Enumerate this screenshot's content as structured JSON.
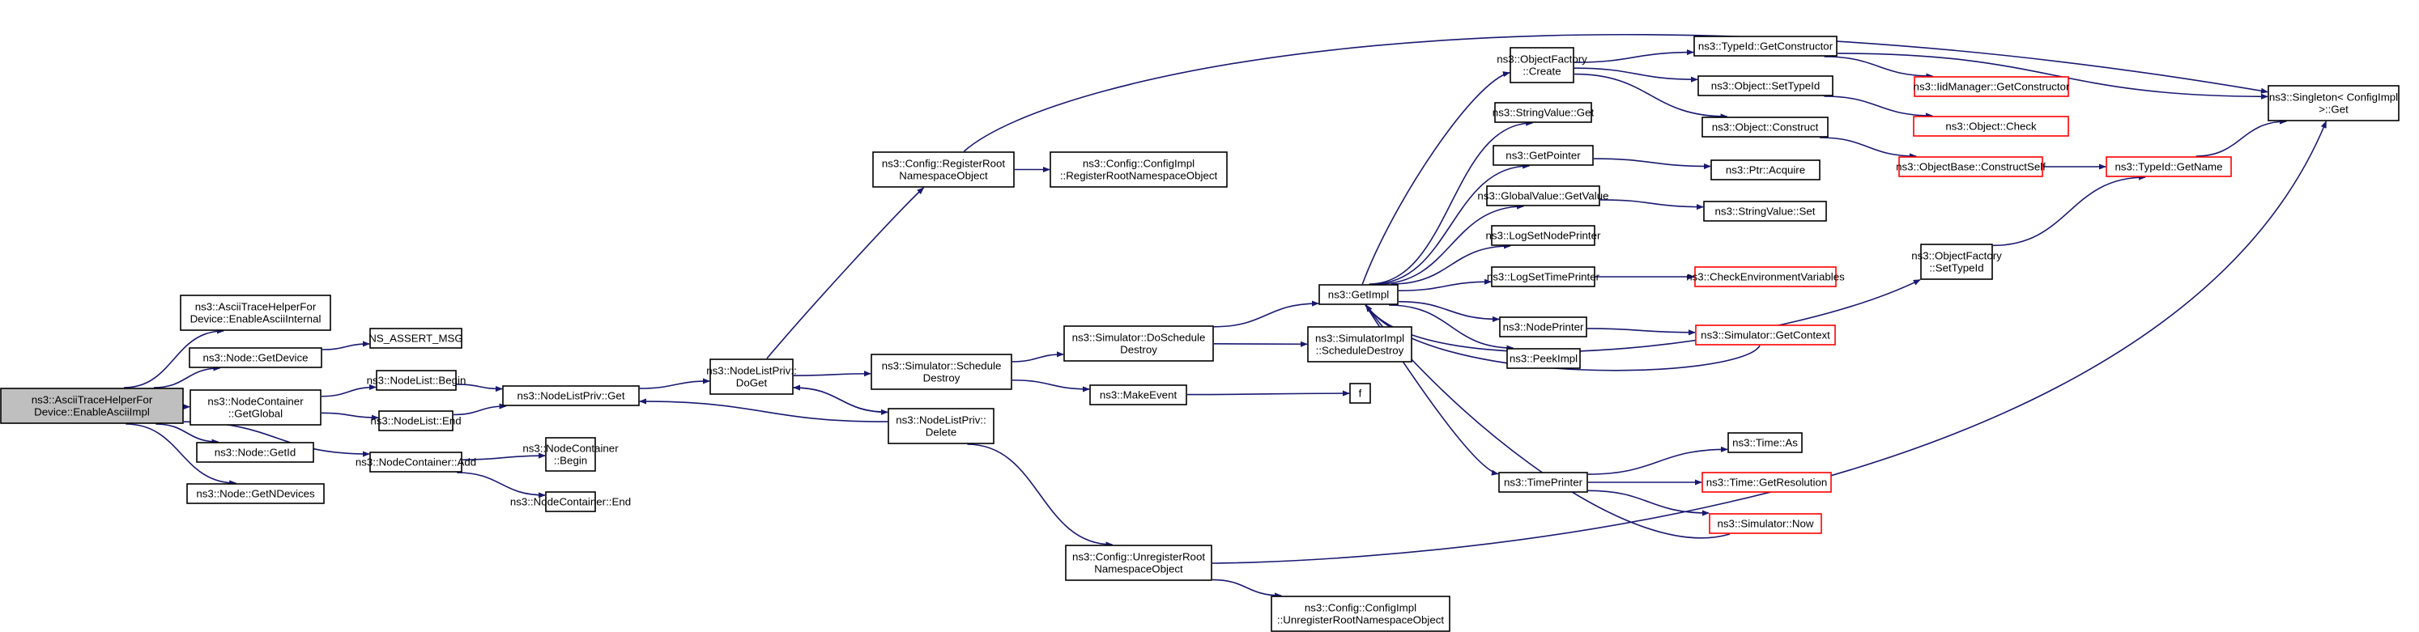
{
  "graph": {
    "colors": {
      "edge": "#191970",
      "border": "#000000",
      "truncated_border": "#ff0000",
      "root_fill": "#bfbfbf",
      "node_fill": "#ffffff"
    },
    "nodes": [
      {
        "id": "root",
        "lines": [
          "ns3::AsciiTraceHelperFor",
          "Device::EnableAsciiImpl"
        ],
        "root": true
      },
      {
        "id": "enableInternal",
        "lines": [
          "ns3::AsciiTraceHelperFor",
          "Device::EnableAsciiInternal"
        ]
      },
      {
        "id": "nodeGetDevice",
        "lines": [
          "ns3::Node::GetDevice"
        ]
      },
      {
        "id": "nsAssert",
        "lines": [
          "NS_ASSERT_MSG"
        ]
      },
      {
        "id": "ncGetGlobal",
        "lines": [
          "ns3::NodeContainer",
          "::GetGlobal"
        ]
      },
      {
        "id": "nodeGetId",
        "lines": [
          "ns3::Node::GetId"
        ]
      },
      {
        "id": "nodeGetNDevices",
        "lines": [
          "ns3::Node::GetNDevices"
        ]
      },
      {
        "id": "nlBegin",
        "lines": [
          "ns3::NodeList::Begin"
        ]
      },
      {
        "id": "nlEnd",
        "lines": [
          "ns3::NodeList::End"
        ]
      },
      {
        "id": "ncAdd",
        "lines": [
          "ns3::NodeContainer::Add"
        ]
      },
      {
        "id": "nlpGet",
        "lines": [
          "ns3::NodeListPriv::Get"
        ]
      },
      {
        "id": "ncBegin",
        "lines": [
          "ns3::NodeContainer",
          "::Begin"
        ]
      },
      {
        "id": "ncEnd",
        "lines": [
          "ns3::NodeContainer::End"
        ]
      },
      {
        "id": "nlpDoGet",
        "lines": [
          "ns3::NodeListPriv::",
          "DoGet"
        ]
      },
      {
        "id": "cfgRegRoot",
        "lines": [
          "ns3::Config::RegisterRoot",
          "NamespaceObject"
        ]
      },
      {
        "id": "cfgImplReg",
        "lines": [
          "ns3::Config::ConfigImpl",
          "::RegisterRootNamespaceObject"
        ]
      },
      {
        "id": "simSchedDestroy",
        "lines": [
          "ns3::Simulator::Schedule",
          "Destroy"
        ]
      },
      {
        "id": "nlpDelete",
        "lines": [
          "ns3::NodeListPriv::",
          "Delete"
        ]
      },
      {
        "id": "cfgUnregRoot",
        "lines": [
          "ns3::Config::UnregisterRoot",
          "NamespaceObject"
        ]
      },
      {
        "id": "cfgImplUnreg",
        "lines": [
          "ns3::Config::ConfigImpl",
          "::UnregisterRootNamespaceObject"
        ]
      },
      {
        "id": "simDoSchedDestroy",
        "lines": [
          "ns3::Simulator::DoSchedule",
          "Destroy"
        ]
      },
      {
        "id": "makeEvent",
        "lines": [
          "ns3::MakeEvent"
        ]
      },
      {
        "id": "simImplSchedDestroy",
        "lines": [
          "ns3::SimulatorImpl",
          "::ScheduleDestroy"
        ]
      },
      {
        "id": "fNode",
        "lines": [
          "f"
        ]
      },
      {
        "id": "getImpl",
        "lines": [
          "ns3::GetImpl"
        ]
      },
      {
        "id": "ofCreate",
        "lines": [
          "ns3::ObjectFactory",
          "::Create"
        ]
      },
      {
        "id": "svGet",
        "lines": [
          "ns3::StringValue::Get"
        ]
      },
      {
        "id": "getPointer",
        "lines": [
          "ns3::GetPointer"
        ]
      },
      {
        "id": "gvGetValue",
        "lines": [
          "ns3::GlobalValue::GetValue"
        ]
      },
      {
        "id": "logSetNodePrinter",
        "lines": [
          "ns3::LogSetNodePrinter"
        ]
      },
      {
        "id": "logSetTimePrinter",
        "lines": [
          "ns3::LogSetTimePrinter"
        ]
      },
      {
        "id": "nodePrinter",
        "lines": [
          "ns3::NodePrinter"
        ]
      },
      {
        "id": "peekImpl",
        "lines": [
          "ns3::PeekImpl"
        ]
      },
      {
        "id": "timePrinter",
        "lines": [
          "ns3::TimePrinter"
        ]
      },
      {
        "id": "tidGetConstructor",
        "lines": [
          "ns3::TypeId::GetConstructor"
        ]
      },
      {
        "id": "objSetTypeId",
        "lines": [
          "ns3::Object::SetTypeId"
        ]
      },
      {
        "id": "objConstruct",
        "lines": [
          "ns3::Object::Construct"
        ]
      },
      {
        "id": "ptrAcquire",
        "lines": [
          "ns3::Ptr::Acquire"
        ]
      },
      {
        "id": "svSet",
        "lines": [
          "ns3::StringValue::Set"
        ]
      },
      {
        "id": "checkEnvVars",
        "lines": [
          "ns3::CheckEnvironmentVariables"
        ],
        "truncated": true
      },
      {
        "id": "simGetContext",
        "lines": [
          "ns3::Simulator::GetContext"
        ],
        "truncated": true
      },
      {
        "id": "timeAs",
        "lines": [
          "ns3::Time::As"
        ]
      },
      {
        "id": "timeGetResolution",
        "lines": [
          "ns3::Time::GetResolution"
        ],
        "truncated": true
      },
      {
        "id": "simNow",
        "lines": [
          "ns3::Simulator::Now"
        ],
        "truncated": true
      },
      {
        "id": "iidGetConstructor",
        "lines": [
          "ns3::IidManager::GetConstructor"
        ],
        "truncated": true
      },
      {
        "id": "objCheck",
        "lines": [
          "ns3::Object::Check"
        ],
        "truncated": true
      },
      {
        "id": "obConstructSelf",
        "lines": [
          "ns3::ObjectBase::ConstructSelf"
        ],
        "truncated": true
      },
      {
        "id": "tidGetName",
        "lines": [
          "ns3::TypeId::GetName"
        ],
        "truncated": true
      },
      {
        "id": "ofSetTypeId",
        "lines": [
          "ns3::ObjectFactory",
          "::SetTypeId"
        ]
      },
      {
        "id": "singletonGet",
        "lines": [
          "ns3::Singleton< ConfigImpl",
          " >::Get"
        ]
      }
    ],
    "edges": [
      [
        "root",
        "enableInternal"
      ],
      [
        "root",
        "nodeGetDevice"
      ],
      [
        "root",
        "ncGetGlobal"
      ],
      [
        "root",
        "nodeGetId"
      ],
      [
        "root",
        "nodeGetNDevices"
      ],
      [
        "root",
        "ncAdd"
      ],
      [
        "nodeGetDevice",
        "nsAssert"
      ],
      [
        "ncGetGlobal",
        "nlBegin"
      ],
      [
        "ncGetGlobal",
        "nlEnd"
      ],
      [
        "nlBegin",
        "nlpGet"
      ],
      [
        "nlEnd",
        "nlpGet"
      ],
      [
        "ncAdd",
        "ncBegin"
      ],
      [
        "ncAdd",
        "ncEnd"
      ],
      [
        "nlpGet",
        "nlpDoGet"
      ],
      [
        "nlpDelete",
        "nlpGet"
      ],
      [
        "nlpDoGet",
        "cfgRegRoot"
      ],
      [
        "nlpDoGet",
        "simSchedDestroy"
      ],
      [
        "nlpDoGet",
        "nlpDelete"
      ],
      [
        "nlpDelete",
        "nlpDoGet"
      ],
      [
        "nlpDelete",
        "cfgUnregRoot"
      ],
      [
        "cfgRegRoot",
        "cfgImplReg"
      ],
      [
        "cfgRegRoot",
        "singletonGet"
      ],
      [
        "simSchedDestroy",
        "simDoSchedDestroy"
      ],
      [
        "simSchedDestroy",
        "makeEvent"
      ],
      [
        "simDoSchedDestroy",
        "getImpl"
      ],
      [
        "simDoSchedDestroy",
        "simImplSchedDestroy"
      ],
      [
        "makeEvent",
        "fNode"
      ],
      [
        "cfgUnregRoot",
        "cfgImplUnreg"
      ],
      [
        "cfgUnregRoot",
        "singletonGet"
      ],
      [
        "getImpl",
        "ofCreate"
      ],
      [
        "getImpl",
        "svGet"
      ],
      [
        "getImpl",
        "getPointer"
      ],
      [
        "getImpl",
        "gvGetValue"
      ],
      [
        "getImpl",
        "logSetNodePrinter"
      ],
      [
        "getImpl",
        "logSetTimePrinter"
      ],
      [
        "getImpl",
        "nodePrinter"
      ],
      [
        "getImpl",
        "peekImpl"
      ],
      [
        "getImpl",
        "timePrinter"
      ],
      [
        "getImpl",
        "ofSetTypeId"
      ],
      [
        "ofCreate",
        "tidGetConstructor"
      ],
      [
        "ofCreate",
        "objSetTypeId"
      ],
      [
        "ofCreate",
        "objConstruct"
      ],
      [
        "getPointer",
        "ptrAcquire"
      ],
      [
        "gvGetValue",
        "svSet"
      ],
      [
        "logSetTimePrinter",
        "checkEnvVars"
      ],
      [
        "nodePrinter",
        "simGetContext"
      ],
      [
        "simGetContext",
        "getImpl"
      ],
      [
        "timePrinter",
        "timeAs"
      ],
      [
        "timePrinter",
        "timeGetResolution"
      ],
      [
        "timePrinter",
        "simNow"
      ],
      [
        "simNow",
        "getImpl"
      ],
      [
        "tidGetConstructor",
        "iidGetConstructor"
      ],
      [
        "tidGetConstructor",
        "singletonGet"
      ],
      [
        "objSetTypeId",
        "objCheck"
      ],
      [
        "objConstruct",
        "obConstructSelf"
      ],
      [
        "obConstructSelf",
        "tidGetName"
      ],
      [
        "tidGetName",
        "singletonGet"
      ],
      [
        "ofSetTypeId",
        "tidGetName"
      ]
    ]
  }
}
